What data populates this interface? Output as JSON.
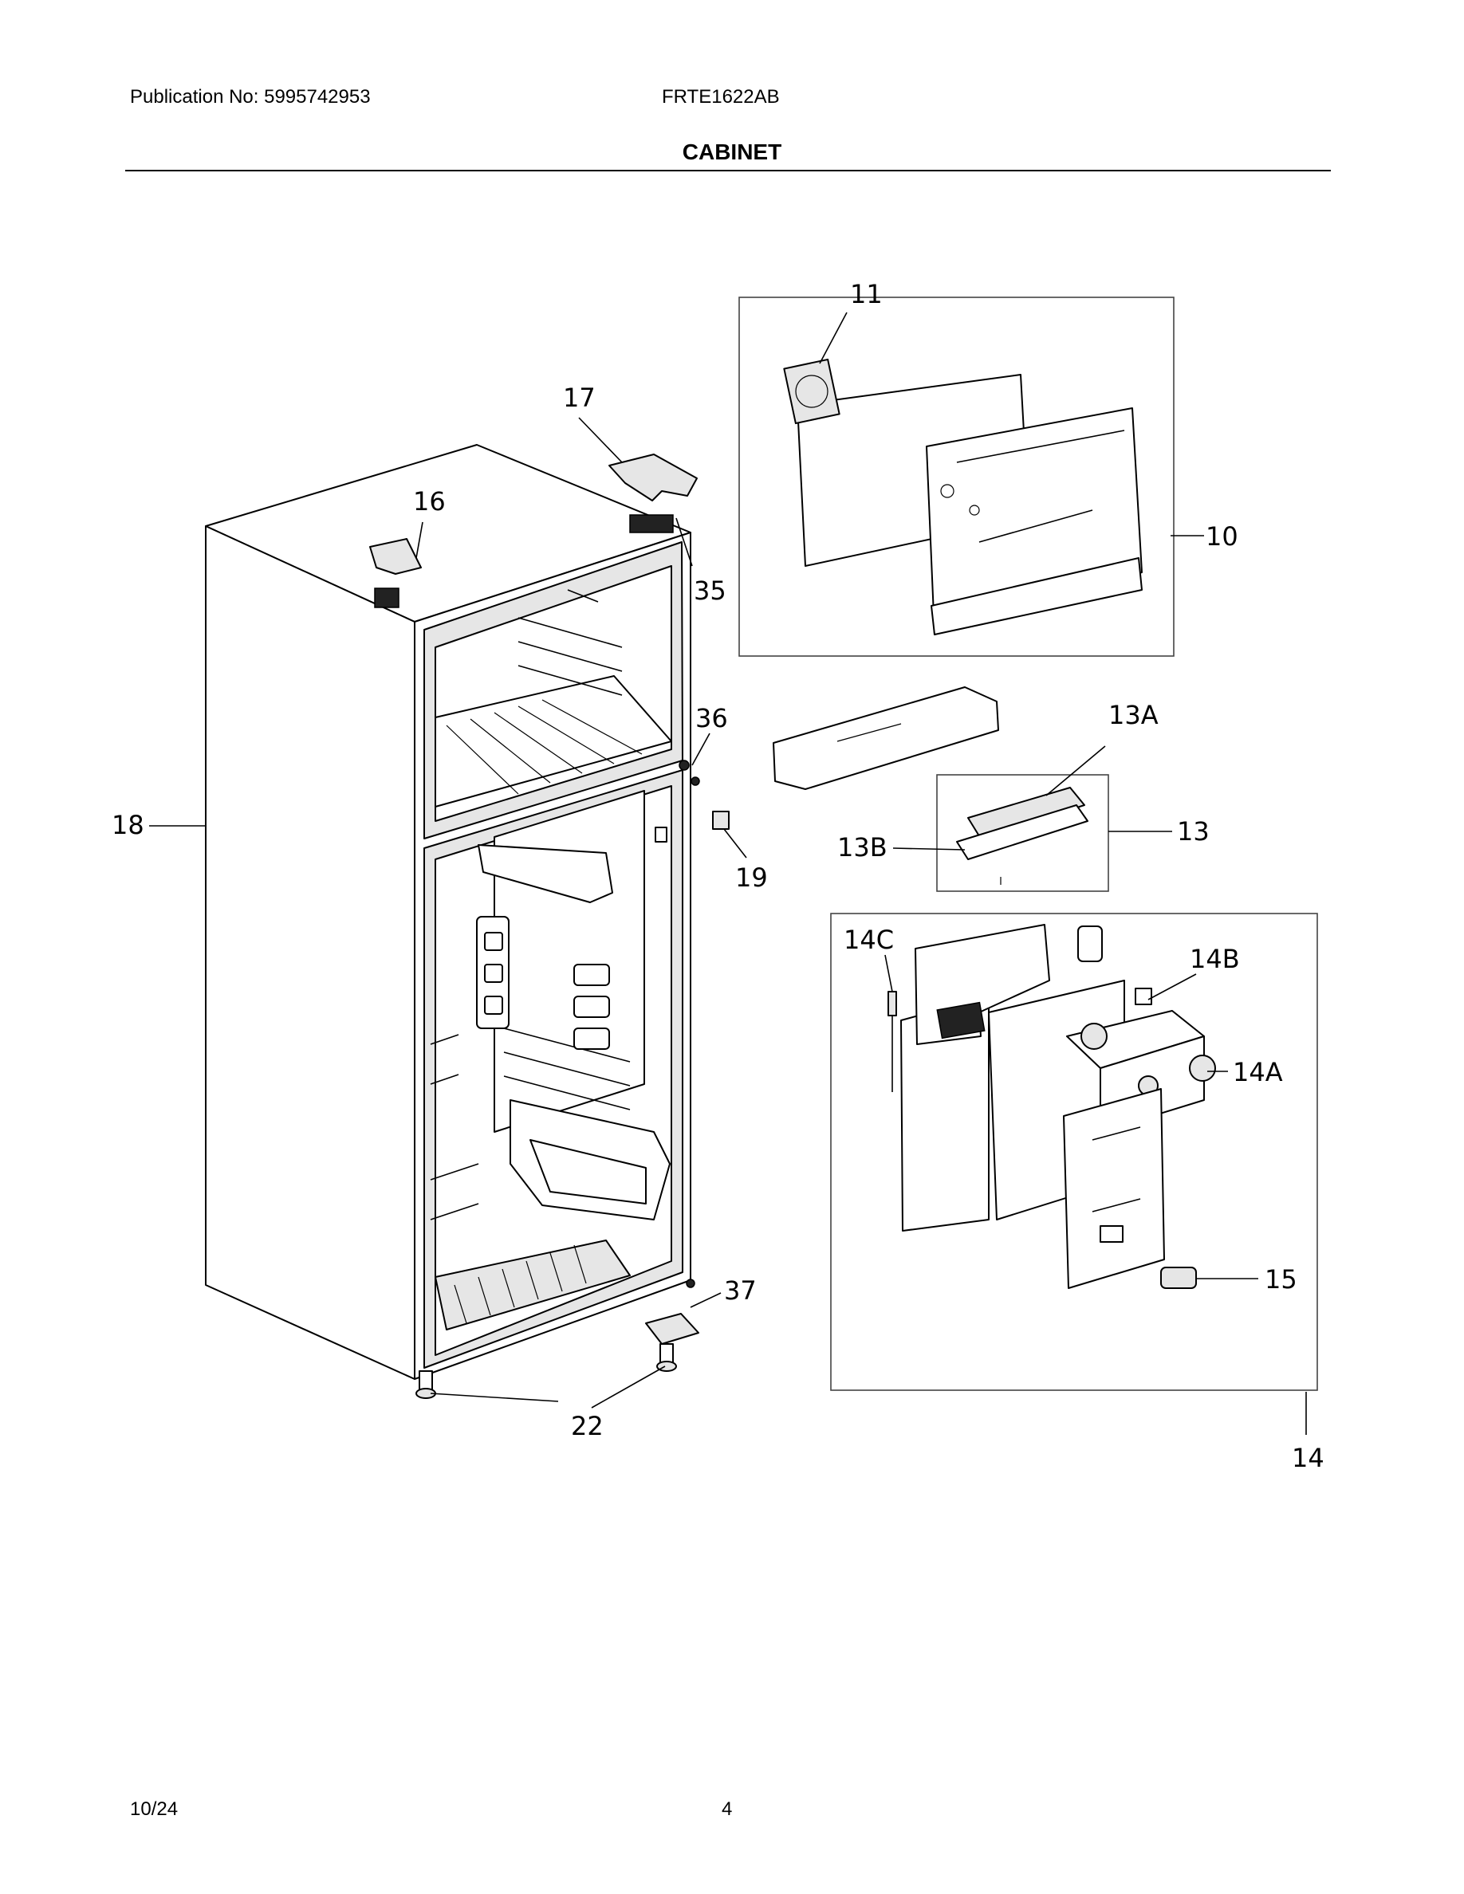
{
  "header": {
    "publication": "Publication No: 5995742953",
    "model": "FRTE1622AB",
    "section_title": "CABINET"
  },
  "footer": {
    "date": "10/24",
    "page": "4"
  },
  "callouts": {
    "c10": "10",
    "c11": "11",
    "c13": "13",
    "c13a": "13A",
    "c13b": "13B",
    "c14": "14",
    "c14a": "14A",
    "c14b": "14B",
    "c14c": "14C",
    "c15": "15",
    "c16": "16",
    "c17": "17",
    "c18": "18",
    "c19": "19",
    "c22": "22",
    "c35": "35",
    "c36": "36",
    "c37": "37"
  }
}
